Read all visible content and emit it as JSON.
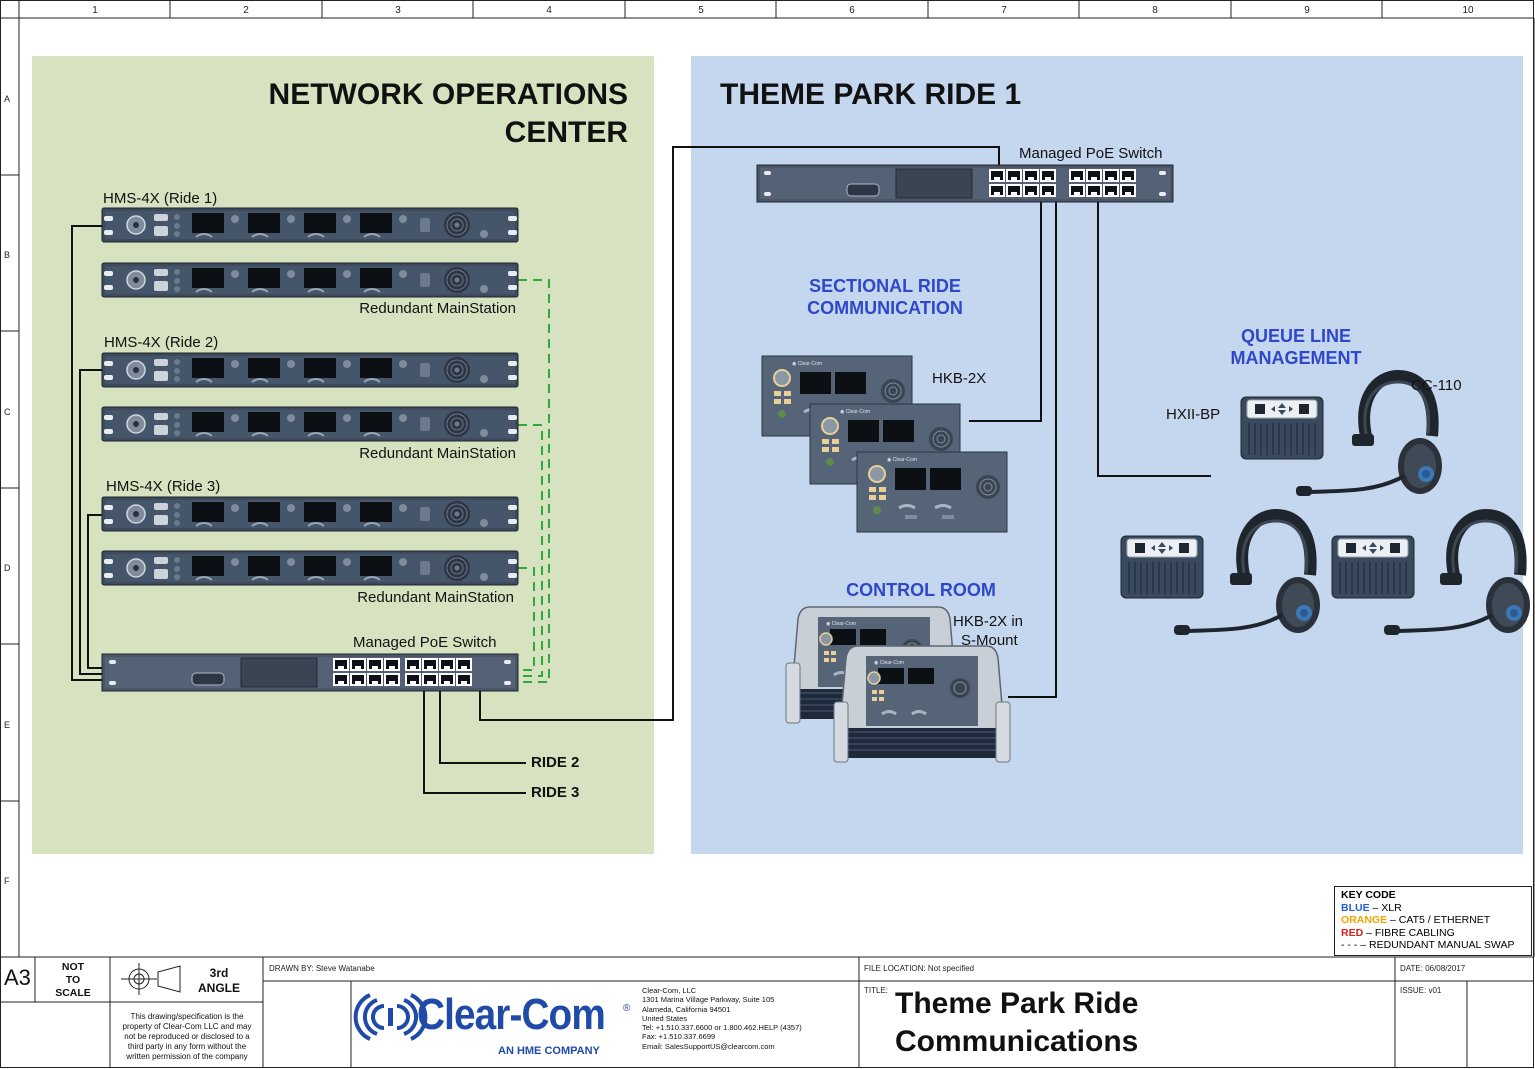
{
  "frame": {
    "columns": [
      "1",
      "2",
      "3",
      "4",
      "5",
      "6",
      "7",
      "8",
      "9",
      "10"
    ],
    "rows": [
      "A",
      "B",
      "C",
      "D",
      "E",
      "F"
    ]
  },
  "noc": {
    "title_line1": "NETWORK OPERATIONS",
    "title_line2": "CENTER",
    "units": [
      {
        "label": "HMS-4X (Ride 1)",
        "redundant_label": "Redundant MainStation"
      },
      {
        "label": "HMS-4X (Ride 2)",
        "redundant_label": "Redundant MainStation"
      },
      {
        "label": "HMS-4X (Ride 3)",
        "redundant_label": "Redundant MainStation"
      }
    ],
    "switch_label": "Managed PoE Switch",
    "ride2": "RIDE 2",
    "ride3": "RIDE 3"
  },
  "ride1": {
    "title": "THEME PARK RIDE 1",
    "switch_label": "Managed PoE Switch",
    "sectional_line1": "SECTIONAL RIDE",
    "sectional_line2": "COMMUNICATION",
    "hkb_label": "HKB-2X",
    "queue_line1": "QUEUE LINE",
    "queue_line2": "MANAGEMENT",
    "beltpack_label": "HXII-BP",
    "headset_label": "CC-110",
    "control_room": "CONTROL ROOM",
    "smount_line1": "HKB-2X in",
    "smount_line2": "S-Mount"
  },
  "keycode": {
    "title": "KEY CODE",
    "blue_word": "BLUE",
    "blue_text": " – XLR",
    "orange_word": "ORANGE",
    "orange_text": "  – CAT5 / ETHERNET",
    "red_word": "RED",
    "red_text": " – FIBRE CABLING",
    "dash_text": "- - - – REDUNDANT MANUAL SWAP",
    "colors": {
      "blue": "#1f5fd6",
      "orange": "#f0a500",
      "red": "#d42020"
    }
  },
  "titleblock": {
    "sheet": "A3",
    "scale_line1": "NOT",
    "scale_line2": "TO",
    "scale_line3": "SCALE",
    "angle_line1": "3rd",
    "angle_line2": "ANGLE",
    "notice": [
      "This drawing/specification is the",
      "property of Clear-Com LLC and may",
      "not be reproduced or disclosed to a",
      "third party in any form without the",
      "written permission of the company"
    ],
    "drawn_by": "DRAWN BY:  Steve Watanabe",
    "logo_text": "Clear-Com",
    "logo_reg": "®",
    "logo_sub": "AN HME COMPANY",
    "company": [
      "Clear-Com, LLC",
      "1301 Marina Village Parkway, Suite 105",
      "Alameda, California 94501",
      "United States",
      "Tel: +1.510.337.6600 or 1.800.462.HELP (4357)",
      "Fax: +1.510.337.6699",
      "Email: SalesSupportUS@clearcom.com"
    ],
    "file_location": "FILE LOCATION: Not specified",
    "title_label": "TITLE:",
    "title_line1": "Theme Park Ride",
    "title_line2": "Communications",
    "date": "DATE: 06/08/2017",
    "issue": "ISSUE: v01"
  }
}
